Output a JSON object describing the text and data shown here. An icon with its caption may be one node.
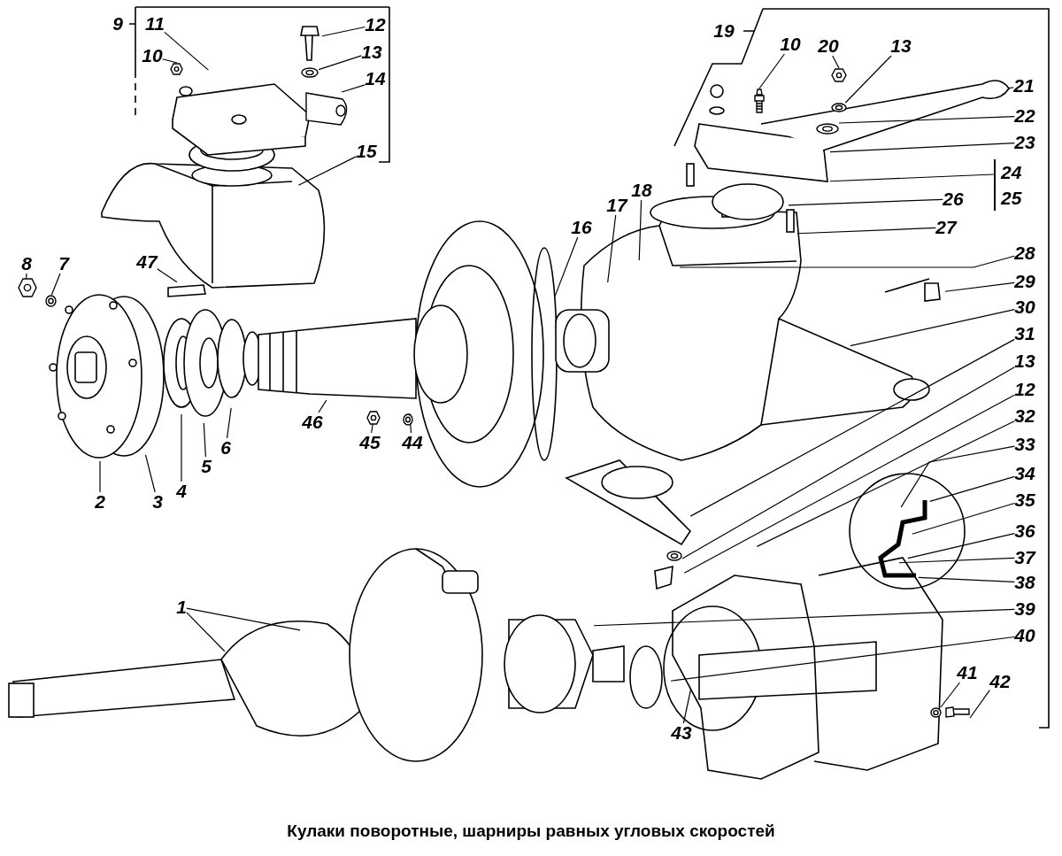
{
  "diagram": {
    "caption": "Кулаки поворотные, шарниры равных угловых скоростей",
    "nodes": [
      {
        "text": [
          "11"
        ]
      },
      {
        "text": [
          "10"
        ]
      },
      {
        "text": [
          "12"
        ]
      },
      {
        "text": [
          "13"
        ]
      },
      {
        "text": [
          "14"
        ]
      },
      {
        "text": [
          "15"
        ]
      },
      {
        "text": [
          "10"
        ]
      },
      {
        "text": [
          "20"
        ]
      },
      {
        "text": [
          "13"
        ]
      },
      {
        "text": [
          "21"
        ]
      },
      {
        "text": [
          "22"
        ]
      },
      {
        "text": [
          "23"
        ]
      },
      {
        "text": [
          "24",
          "25"
        ]
      },
      {
        "text": [
          "26"
        ]
      },
      {
        "text": [
          "27"
        ]
      },
      {
        "text": [
          "16"
        ]
      },
      {
        "text": [
          "17"
        ]
      },
      {
        "text": [
          "18"
        ]
      },
      {
        "text": [
          "28"
        ]
      },
      {
        "text": [
          "29"
        ]
      },
      {
        "text": [
          "30"
        ]
      },
      {
        "text": [
          "31"
        ]
      },
      {
        "text": [
          "13"
        ]
      },
      {
        "text": [
          "12"
        ]
      },
      {
        "text": [
          "32"
        ]
      },
      {
        "text": [
          "33"
        ]
      },
      {
        "text": [
          "34"
        ]
      },
      {
        "text": [
          "35"
        ]
      },
      {
        "text": [
          "36"
        ]
      },
      {
        "text": [
          "37"
        ]
      },
      {
        "text": [
          "38"
        ]
      },
      {
        "text": [
          "8"
        ]
      },
      {
        "text": [
          "7"
        ]
      },
      {
        "text": [
          "47"
        ]
      },
      {
        "text": [
          "46"
        ]
      },
      {
        "text": [
          "45"
        ]
      },
      {
        "text": [
          "44"
        ]
      },
      {
        "text": [
          "2"
        ]
      },
      {
        "text": [
          "3"
        ]
      },
      {
        "text": [
          "4"
        ]
      },
      {
        "text": [
          "5"
        ]
      },
      {
        "text": [
          "6"
        ]
      },
      {
        "text": [
          "1"
        ]
      },
      {
        "text": [
          "39"
        ]
      },
      {
        "text": [
          "40"
        ]
      },
      {
        "text": [
          "41"
        ]
      },
      {
        "text": [
          "42"
        ]
      },
      {
        "text": [
          "43"
        ]
      },
      {
        "text": [],
        "shape": "picture"
      },
      {
        "text": [],
        "shape": "picture"
      },
      {
        "text": [],
        "shape": "picture"
      },
      {
        "text": [],
        "shape": "picture"
      },
      {
        "text": [],
        "shape": "picture"
      },
      {
        "text": [],
        "shape": "picture"
      },
      {
        "text": [],
        "shape": "picture"
      },
      {
        "text": [],
        "shape": "picture"
      },
      {
        "text": [],
        "shape": "picture"
      },
      {
        "text": [],
        "shape": "picture"
      },
      {
        "text": [],
        "shape": "picture"
      },
      {
        "text": [],
        "shape": "picture"
      },
      {
        "text": [],
        "shape": "picture"
      },
      {
        "text": [],
        "shape": "picture"
      }
    ],
    "edges": [
      {
        "from": 0,
        "to": null,
        "arrow": "none"
      },
      {
        "from": 1,
        "to": 48,
        "arrow": "none"
      },
      {
        "from": 2,
        "to": null,
        "arrow": "none"
      },
      {
        "from": 3,
        "to": 49,
        "arrow": "none"
      },
      {
        "from": 4,
        "to": 50,
        "arrow": "none"
      },
      {
        "from": 5,
        "to": null,
        "arrow": "none"
      },
      {
        "from": 6,
        "to": 51,
        "arrow": "none"
      },
      {
        "from": 7,
        "to": 52,
        "arrow": "none"
      },
      {
        "from": 8,
        "to": 53,
        "arrow": "none"
      },
      {
        "from": 9,
        "to": null,
        "arrow": "none"
      },
      {
        "from": 10,
        "to": 54,
        "arrow": "none"
      },
      {
        "from": 11,
        "to": null,
        "arrow": "none"
      },
      {
        "from": 12,
        "to": null,
        "arrow": "none"
      },
      {
        "from": 13,
        "to": null,
        "arrow": "none"
      },
      {
        "from": 14,
        "to": null,
        "arrow": "none"
      },
      {
        "from": 15,
        "to": null,
        "arrow": "none"
      },
      {
        "from": 16,
        "to": null,
        "arrow": "none"
      },
      {
        "from": 17,
        "to": null,
        "arrow": "none"
      },
      {
        "from": 18,
        "to": null,
        "arrow": "none"
      },
      {
        "from": 19,
        "to": null,
        "arrow": "none"
      },
      {
        "from": 20,
        "to": null,
        "arrow": "none"
      },
      {
        "from": 21,
        "to": null,
        "arrow": "none"
      },
      {
        "from": 22,
        "to": 55,
        "arrow": "none"
      },
      {
        "from": 23,
        "to": null,
        "arrow": "none"
      },
      {
        "from": 24,
        "to": null,
        "arrow": "none"
      },
      {
        "from": 25,
        "to": null,
        "arrow": "none"
      },
      {
        "from": 26,
        "to": null,
        "arrow": "none"
      },
      {
        "from": 27,
        "to": null,
        "arrow": "none"
      },
      {
        "from": 28,
        "to": null,
        "arrow": "none"
      },
      {
        "from": 29,
        "to": null,
        "arrow": "none"
      },
      {
        "from": 30,
        "to": null,
        "arrow": "none"
      },
      {
        "from": 31,
        "to": 56,
        "arrow": "none"
      },
      {
        "from": 32,
        "to": 61,
        "arrow": "none"
      },
      {
        "from": 33,
        "to": null,
        "arrow": "none"
      },
      {
        "from": 34,
        "to": null,
        "arrow": "none"
      },
      {
        "from": 35,
        "to": 57,
        "arrow": "none"
      },
      {
        "from": 36,
        "to": 58,
        "arrow": "none"
      },
      {
        "from": 37,
        "to": null,
        "arrow": "none"
      },
      {
        "from": 38,
        "to": null,
        "arrow": "none"
      },
      {
        "from": 39,
        "to": null,
        "arrow": "none"
      },
      {
        "from": 40,
        "to": null,
        "arrow": "none"
      },
      {
        "from": 41,
        "to": null,
        "arrow": "none"
      },
      {
        "from": 42,
        "to": null,
        "arrow": "none"
      },
      {
        "from": 42,
        "to": null,
        "arrow": "none"
      },
      {
        "from": 43,
        "to": null,
        "arrow": "none"
      },
      {
        "from": 44,
        "to": null,
        "arrow": "none"
      },
      {
        "from": 45,
        "to": 60,
        "arrow": "none"
      },
      {
        "from": 46,
        "to": 59,
        "arrow": "none"
      },
      {
        "from": 47,
        "to": null,
        "arrow": "none"
      }
    ],
    "labels": [
      "9",
      "19"
    ]
  }
}
